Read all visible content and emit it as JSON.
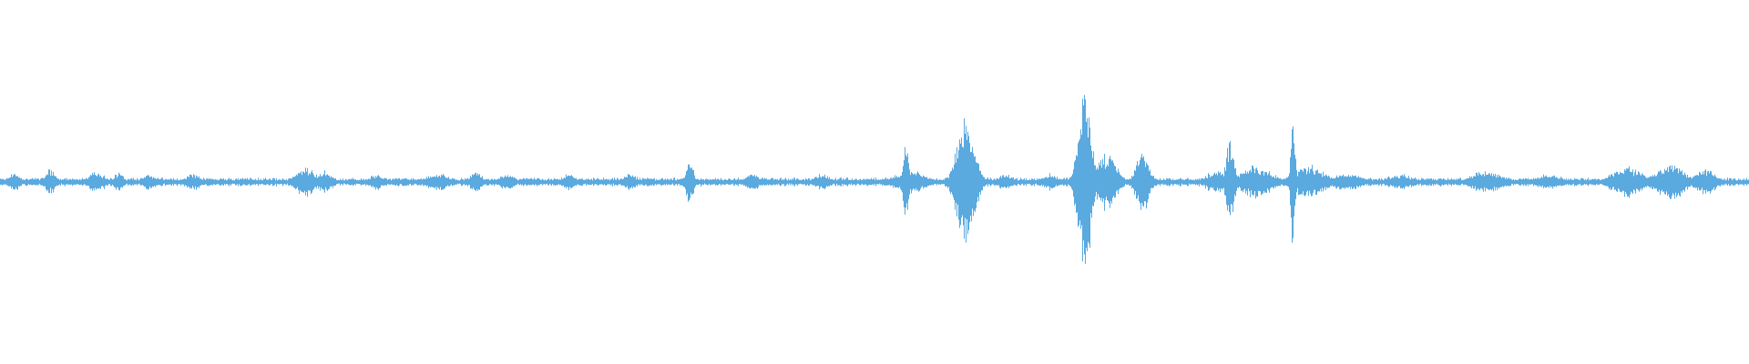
{
  "waveform": {
    "color": "#5aa9df",
    "background": "#ffffff",
    "bursts": [
      {
        "pos": 0.008,
        "amp": 0.06,
        "width": 0.004
      },
      {
        "pos": 0.028,
        "amp": 0.08,
        "width": 0.004
      },
      {
        "pos": 0.055,
        "amp": 0.07,
        "width": 0.006
      },
      {
        "pos": 0.068,
        "amp": 0.06,
        "width": 0.004
      },
      {
        "pos": 0.085,
        "amp": 0.05,
        "width": 0.005
      },
      {
        "pos": 0.11,
        "amp": 0.05,
        "width": 0.006
      },
      {
        "pos": 0.175,
        "amp": 0.09,
        "width": 0.008
      },
      {
        "pos": 0.185,
        "amp": 0.07,
        "width": 0.006
      },
      {
        "pos": 0.215,
        "amp": 0.05,
        "width": 0.005
      },
      {
        "pos": 0.25,
        "amp": 0.06,
        "width": 0.008
      },
      {
        "pos": 0.272,
        "amp": 0.08,
        "width": 0.004
      },
      {
        "pos": 0.29,
        "amp": 0.05,
        "width": 0.006
      },
      {
        "pos": 0.325,
        "amp": 0.05,
        "width": 0.006
      },
      {
        "pos": 0.36,
        "amp": 0.05,
        "width": 0.006
      },
      {
        "pos": 0.394,
        "amp": 0.14,
        "width": 0.003
      },
      {
        "pos": 0.43,
        "amp": 0.05,
        "width": 0.006
      },
      {
        "pos": 0.47,
        "amp": 0.05,
        "width": 0.006
      },
      {
        "pos": 0.52,
        "amp": 0.07,
        "width": 0.012
      },
      {
        "pos": 0.518,
        "amp": 0.28,
        "width": 0.002
      },
      {
        "pos": 0.552,
        "amp": 0.38,
        "width": 0.007
      },
      {
        "pos": 0.575,
        "amp": 0.05,
        "width": 0.006
      },
      {
        "pos": 0.6,
        "amp": 0.05,
        "width": 0.006
      },
      {
        "pos": 0.62,
        "amp": 0.6,
        "width": 0.005
      },
      {
        "pos": 0.632,
        "amp": 0.18,
        "width": 0.008
      },
      {
        "pos": 0.653,
        "amp": 0.2,
        "width": 0.005
      },
      {
        "pos": 0.695,
        "amp": 0.07,
        "width": 0.008
      },
      {
        "pos": 0.703,
        "amp": 0.28,
        "width": 0.003
      },
      {
        "pos": 0.718,
        "amp": 0.1,
        "width": 0.012
      },
      {
        "pos": 0.739,
        "amp": 0.45,
        "width": 0.0015
      },
      {
        "pos": 0.748,
        "amp": 0.1,
        "width": 0.012
      },
      {
        "pos": 0.77,
        "amp": 0.06,
        "width": 0.01
      },
      {
        "pos": 0.8,
        "amp": 0.05,
        "width": 0.01
      },
      {
        "pos": 0.85,
        "amp": 0.07,
        "width": 0.012
      },
      {
        "pos": 0.885,
        "amp": 0.05,
        "width": 0.01
      },
      {
        "pos": 0.93,
        "amp": 0.09,
        "width": 0.012
      },
      {
        "pos": 0.955,
        "amp": 0.11,
        "width": 0.012
      },
      {
        "pos": 0.975,
        "amp": 0.08,
        "width": 0.008
      }
    ]
  }
}
